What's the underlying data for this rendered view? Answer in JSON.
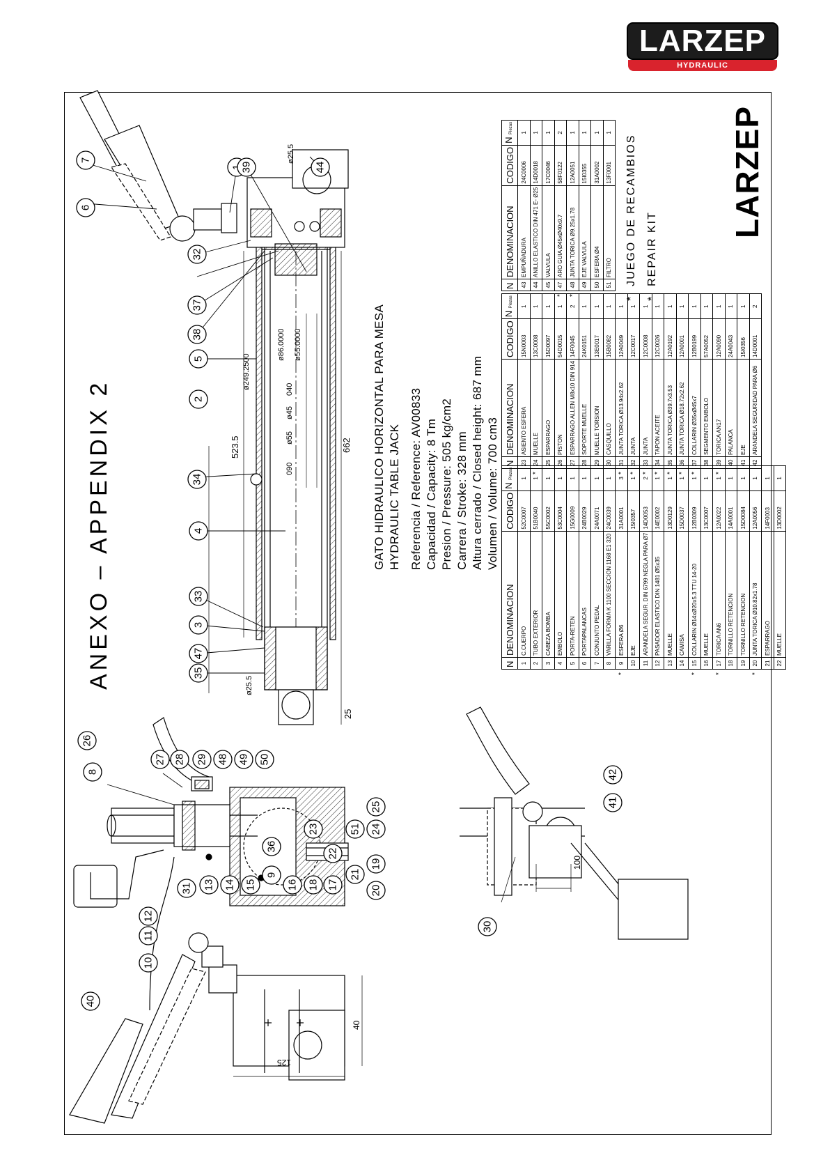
{
  "logo": {
    "word": "LARZEP",
    "sub": "HYDRAULIC",
    "plate_color": "#1c1c1c",
    "band_color": "#d9232d"
  },
  "title": "ANEXO  –  APPENDIX 2",
  "info_lines": [
    "GATO HIDRAULICO HORIZONTAL PARA MESA",
    "HYDRAULIC TABLE JACK",
    "Referencia / Reference: AV00833",
    "Capacidad / Capacity: 8 Tm",
    "Presion / Pressure: 505 kg/cm2",
    "Carrera / Stroke: 328 mm",
    "Altura cerrado / Closed height: 687 mm",
    "Volumen / Volume: 700 cm3"
  ],
  "brand_text": "LARZEP",
  "kit": {
    "marker": "*",
    "line1": "JUEGO DE RECAMBIOS",
    "line2": "REPAIR KIT"
  },
  "table_headers": {
    "n": "N",
    "denominacion": "DENOMINACION",
    "codigo": "CODIGO",
    "qty": "N",
    "qty_sub": "Piezas"
  },
  "tables": [
    {
      "rows": [
        {
          "star": "",
          "n": "1",
          "den": "C.CUERPO",
          "cod": "52C0007",
          "qty": "1"
        },
        {
          "star": "",
          "n": "2",
          "den": "TUBO EXTERIOR",
          "cod": "51B0040",
          "qty": "1"
        },
        {
          "star": "",
          "n": "3",
          "den": "CABEZA BOMBA",
          "cod": "55C0002",
          "qty": "1"
        },
        {
          "star": "",
          "n": "4",
          "den": "EMBOLO",
          "cod": "53C0004",
          "qty": "1"
        },
        {
          "star": "",
          "n": "5",
          "den": "PORTA-RETEN",
          "cod": "15G0009",
          "qty": "1"
        },
        {
          "star": "",
          "n": "6",
          "den": "PORTAPALANCAS",
          "cod": "24B0029",
          "qty": "1"
        },
        {
          "star": "",
          "n": "7",
          "den": "CONJUNTO PEDAL",
          "cod": "24A0071",
          "qty": "1"
        },
        {
          "star": "",
          "n": "8",
          "den": "VARILLA FORMA K 1100 SECCION 1168 E1 320",
          "cod": "24C0039",
          "qty": "1"
        },
        {
          "star": "*",
          "n": "9",
          "den": "ESFERA Ø6",
          "cod": "31A0001",
          "qty": "3"
        },
        {
          "star": "",
          "n": "10",
          "den": "EJE",
          "cod": "15I0357",
          "qty": "1"
        },
        {
          "star": "",
          "n": "11",
          "den": "ARANDELA SEGUR. DIN 6799 NEGLA PARA Ø7",
          "cod": "14D0053",
          "qty": "2"
        },
        {
          "star": "",
          "n": "12",
          "den": "PASADOR ELASTICO DIN 1481 Ø5x35",
          "cod": "14E0002",
          "qty": "1"
        },
        {
          "star": "",
          "n": "13",
          "den": "MUELLE",
          "cod": "13D0129",
          "qty": "1"
        },
        {
          "star": "",
          "n": "14",
          "den": "CAMISA",
          "cod": "15D0037",
          "qty": "1"
        },
        {
          "star": "*",
          "n": "15",
          "den": "COLLARIN Ø14xØ20x5.3 TTU 14-20",
          "cod": "12B0309",
          "qty": "1"
        },
        {
          "star": "",
          "n": "16",
          "den": "MUELLE",
          "cod": "13C0007",
          "qty": "1"
        },
        {
          "star": "*",
          "n": "17",
          "den": "TORICA AN6",
          "cod": "12A0022",
          "qty": "1"
        },
        {
          "star": "",
          "n": "18",
          "den": "TORNILLO RETENCION",
          "cod": "14A0001",
          "qty": "1"
        },
        {
          "star": "",
          "n": "19",
          "den": "TORNILLO RETENCION",
          "cod": "15D0084",
          "qty": "1"
        },
        {
          "star": "*",
          "n": "20",
          "den": "JUNTA TORICA Ø10.82x1.78",
          "cod": "12A0056",
          "qty": "1"
        },
        {
          "star": "",
          "n": "21",
          "den": "ESPARRAGO",
          "cod": "14F0003",
          "qty": "1"
        },
        {
          "star": "",
          "n": "22",
          "den": "MUELLE",
          "cod": "13D0002",
          "qty": "1"
        }
      ]
    },
    {
      "rows": [
        {
          "star": "",
          "n": "23",
          "den": "ASIENTO ESFERA",
          "cod": "15N0003",
          "qty": "1"
        },
        {
          "star": "*",
          "n": "24",
          "den": "MUELLE",
          "cod": "13C0008",
          "qty": "1"
        },
        {
          "star": "",
          "n": "25",
          "den": "ESPARRAGO",
          "cod": "15D0097",
          "qty": "1"
        },
        {
          "star": "",
          "n": "26",
          "den": "PISTON",
          "cod": "54D0015",
          "qty": "1"
        },
        {
          "star": "",
          "n": "27",
          "den": "ESPARRAGO ALLEN M8x10 DIN 914",
          "cod": "14F0045",
          "qty": "2"
        },
        {
          "star": "",
          "n": "28",
          "den": "SOPORTE MUELLE",
          "cod": "24K0151",
          "qty": "1"
        },
        {
          "star": "",
          "n": "29",
          "den": "MUELLE TORSION",
          "cod": "13E0017",
          "qty": "1"
        },
        {
          "star": "",
          "n": "30",
          "den": "CASQUILLO",
          "cod": "15B0082",
          "qty": "1"
        },
        {
          "star": "*",
          "n": "31",
          "den": "JUNTA TORICA Ø13.94x2.62",
          "cod": "12A0049",
          "qty": "1"
        },
        {
          "star": "*",
          "n": "32",
          "den": "JUNTA",
          "cod": "12C0017",
          "qty": "1"
        },
        {
          "star": "*",
          "n": "33",
          "den": "JUNTA",
          "cod": "12C0008",
          "qty": "1"
        },
        {
          "star": "*",
          "n": "34",
          "den": "TAPON ACEITE",
          "cod": "12C0026",
          "qty": "1"
        },
        {
          "star": "*",
          "n": "35",
          "den": "JUNTA TORICA Ø39.7x3.53",
          "cod": "12A0192",
          "qty": "1"
        },
        {
          "star": "*",
          "n": "36",
          "den": "JUNTA TORICA Ø18.72x2.62",
          "cod": "12A0001",
          "qty": "1"
        },
        {
          "star": "*",
          "n": "37",
          "den": "COLLARIN Ø35xØ45x7",
          "cod": "12B0199",
          "qty": "1"
        },
        {
          "star": "",
          "n": "38",
          "den": "SEGMENTO EMBOLO",
          "cod": "57A0052",
          "qty": "1"
        },
        {
          "star": "*",
          "n": "39",
          "den": "TORICA AN17",
          "cod": "12A0090",
          "qty": "1"
        },
        {
          "star": "",
          "n": "40",
          "den": "PALANCA",
          "cod": "24A0043",
          "qty": "1"
        },
        {
          "star": "",
          "n": "41",
          "den": "EJE",
          "cod": "15I0356",
          "qty": "1"
        },
        {
          "star": "",
          "n": "42",
          "den": "ARANDELA SEGURIDAD PARA Ø6",
          "cod": "14D0001",
          "qty": "2"
        }
      ]
    },
    {
      "rows": [
        {
          "star": "",
          "n": "43",
          "den": "EMPUÑADURA",
          "cod": "24C0006",
          "qty": "1"
        },
        {
          "star": "",
          "n": "44",
          "den": "ANILLO ELASTICO DIN 471 E- Ø25",
          "cod": "14D0018",
          "qty": "1"
        },
        {
          "star": "",
          "n": "45",
          "den": "VALVULA",
          "cod": "17C0046",
          "qty": "1"
        },
        {
          "star": "*",
          "n": "47",
          "den": "ARO GUIA Ø45xØ40x9.7",
          "cod": "58F0122",
          "qty": "2"
        },
        {
          "star": "*",
          "n": "48",
          "den": "JUNTA TORICA Ø9.25x1.78",
          "cod": "12A0051",
          "qty": "1"
        },
        {
          "star": "",
          "n": "49",
          "den": "EJE VALVULA",
          "cod": "15I0355",
          "qty": "1"
        },
        {
          "star": "",
          "n": "50",
          "den": "ESFERA Ø4",
          "cod": "31A0002",
          "qty": "1"
        },
        {
          "star": "",
          "n": "51",
          "den": "FILTRO",
          "cod": "13F0001",
          "qty": "1"
        }
      ]
    }
  ],
  "bubbles": [
    "1",
    "2",
    "3",
    "4",
    "5",
    "6",
    "7",
    "8",
    "9",
    "10",
    "11",
    "12",
    "13",
    "14",
    "15",
    "16",
    "17",
    "18",
    "19",
    "20",
    "21",
    "22",
    "23",
    "24",
    "25",
    "26",
    "27",
    "28",
    "29",
    "30",
    "31",
    "32",
    "33",
    "34",
    "35",
    "36",
    "37",
    "38",
    "39",
    "40",
    "41",
    "42",
    "44",
    "47",
    "48",
    "49",
    "50",
    "51"
  ],
  "dimensions": {
    "d_25_5_top": "ø25.5",
    "d_25_5_left": "ø25.5",
    "d_249": "ø249.2500",
    "d_86": "ø86.0000",
    "d_55_0000": "ø55.0000",
    "d_040": "040",
    "d_45": "ø45",
    "d_55": "ø55",
    "d_090": "090",
    "len_523": "523.5",
    "len_662": "662",
    "len_25": "25",
    "len_100": "100",
    "len_40": "40",
    "len_125": "125"
  }
}
